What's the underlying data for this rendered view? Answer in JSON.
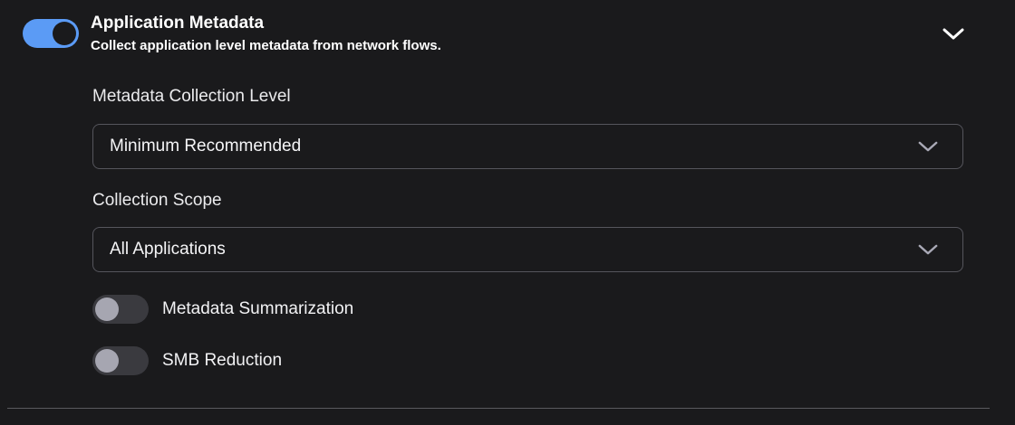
{
  "panel": {
    "title": "Application Metadata",
    "subtitle": "Collect application level metadata from network flows.",
    "master_toggle_state": "on",
    "expanded": true
  },
  "fields": [
    {
      "label": "Metadata Collection Level",
      "value": "Minimum Recommended"
    },
    {
      "label": "Collection Scope",
      "value": "All Applications"
    }
  ],
  "toggles": [
    {
      "label": "Metadata Summarization",
      "state": "off"
    },
    {
      "label": "SMB Reduction",
      "state": "off"
    }
  ],
  "icons": {
    "header": "chevron-down-icon",
    "dropdown": "chevron-down-icon"
  },
  "colors": {
    "background": "#1a1a1c",
    "accent_blue": "#5b9bf5",
    "toggle_off_track": "#3a3a3f",
    "toggle_off_knob": "#a6a6b1",
    "dropdown_border": "#55555c",
    "divider": "#5a5a5e",
    "text": "#f5f5f7"
  }
}
